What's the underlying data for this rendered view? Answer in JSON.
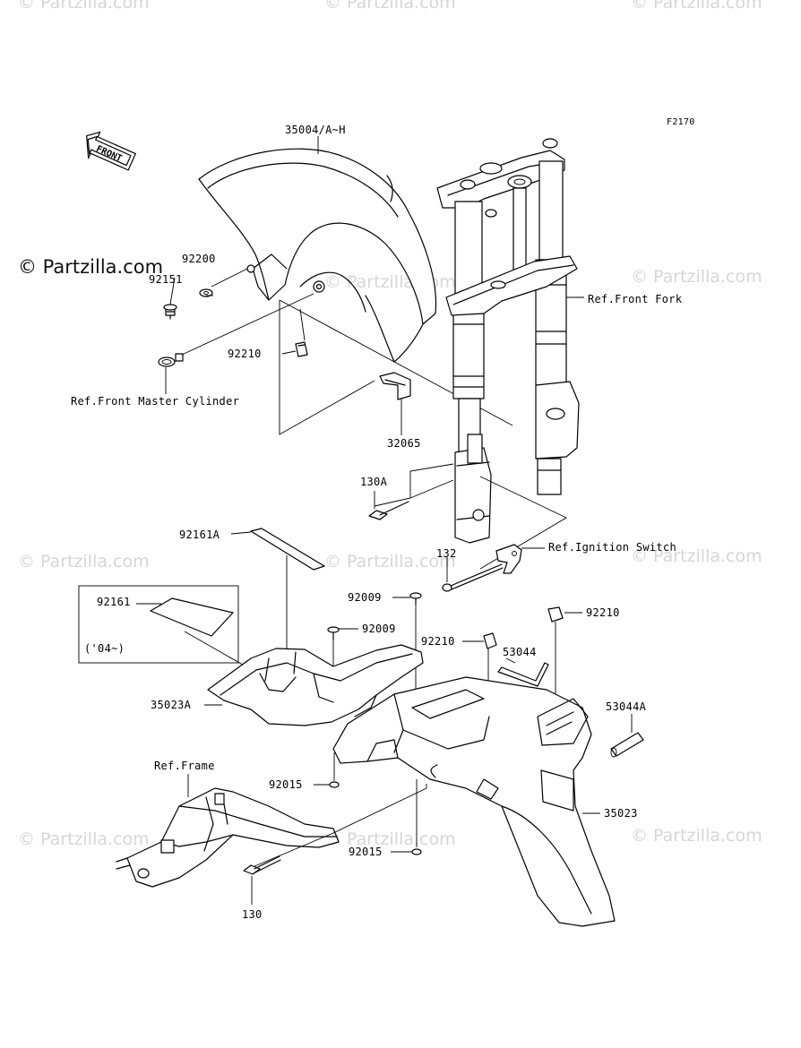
{
  "figure_code": "F2170",
  "front_arrow_text": "FRONT",
  "watermark": {
    "main": "© Partzilla.com",
    "faint": "© Partzilla.com"
  },
  "labels": {
    "p35004": "35004/A~H",
    "p92200": "92200",
    "p92151": "92151",
    "p92210_top": "92210",
    "ref_front_master_cylinder": "Ref.Front Master Cylinder",
    "ref_front_fork": "Ref.Front Fork",
    "p32065": "32065",
    "p130A": "130A",
    "p92161A": "92161A",
    "p132": "132",
    "ref_ignition_switch": "Ref.Ignition Switch",
    "p92161": "92161",
    "p04": "('04~)",
    "p92009_a": "92009",
    "p92009_b": "92009",
    "p92210_mid": "92210",
    "p92210_right": "92210",
    "p53044": "53044",
    "p53044A": "53044A",
    "p35023A": "35023A",
    "ref_frame": "Ref.Frame",
    "p92015_a": "92015",
    "p92015_b": "92015",
    "p35023": "35023",
    "p130": "130"
  }
}
